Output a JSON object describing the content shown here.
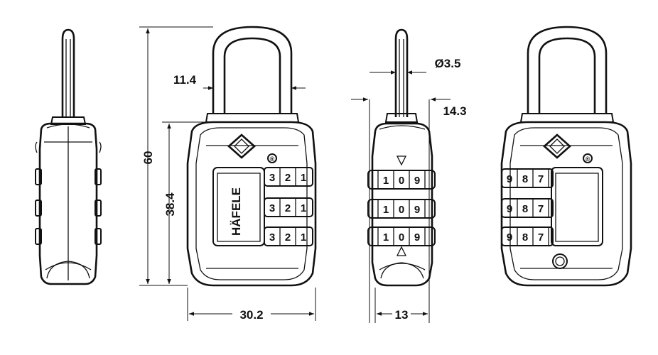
{
  "brand": "HÄFELE",
  "registered_mark": "®",
  "dimensions": {
    "total_height": "60",
    "shackle_width": "11.4",
    "body_height": "38.4",
    "body_width": "30.2",
    "shackle_diameter": "Ø3.5",
    "shackle_offset": "14.3",
    "depth": "13"
  },
  "front_dials": {
    "row1": [
      "3",
      "2",
      "1"
    ],
    "row2": [
      "3",
      "2",
      "1"
    ],
    "row3": [
      "3",
      "2",
      "1"
    ]
  },
  "side_dials": {
    "row1": [
      "1",
      "0",
      "9"
    ],
    "row2": [
      "1",
      "0",
      "9"
    ],
    "row3": [
      "1",
      "0",
      "9"
    ]
  },
  "back_dials": {
    "row1": [
      "9",
      "8",
      "7"
    ],
    "row2": [
      "9",
      "8",
      "7"
    ],
    "row3": [
      "9",
      "8",
      "7"
    ]
  },
  "colors": {
    "line": "#111111",
    "background": "#ffffff"
  }
}
